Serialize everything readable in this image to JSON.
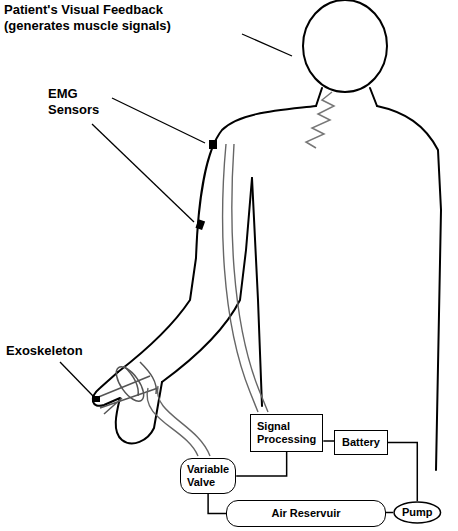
{
  "diagram": {
    "nodes": [
      {
        "text": [
          "Signal Processing"
        ]
      },
      {
        "text": [
          "Battery"
        ]
      },
      {
        "text": [
          "Variable Valve"
        ]
      },
      {
        "text": [
          "Air Reservuir"
        ]
      },
      {
        "text": [
          "Pump"
        ]
      }
    ],
    "edges": [
      {
        "from": 0,
        "to": 1,
        "arrow": "none"
      },
      {
        "from": 1,
        "to": 4,
        "arrow": "none"
      },
      {
        "from": 4,
        "to": 3,
        "arrow": "none"
      },
      {
        "from": 3,
        "to": 2,
        "arrow": "none"
      },
      {
        "from": 2,
        "to": 0,
        "arrow": "none"
      }
    ],
    "labels": [
      "Patient's Visual Feedback (generates muscle signals)",
      "EMG Sensors",
      "Exoskeleton"
    ]
  }
}
